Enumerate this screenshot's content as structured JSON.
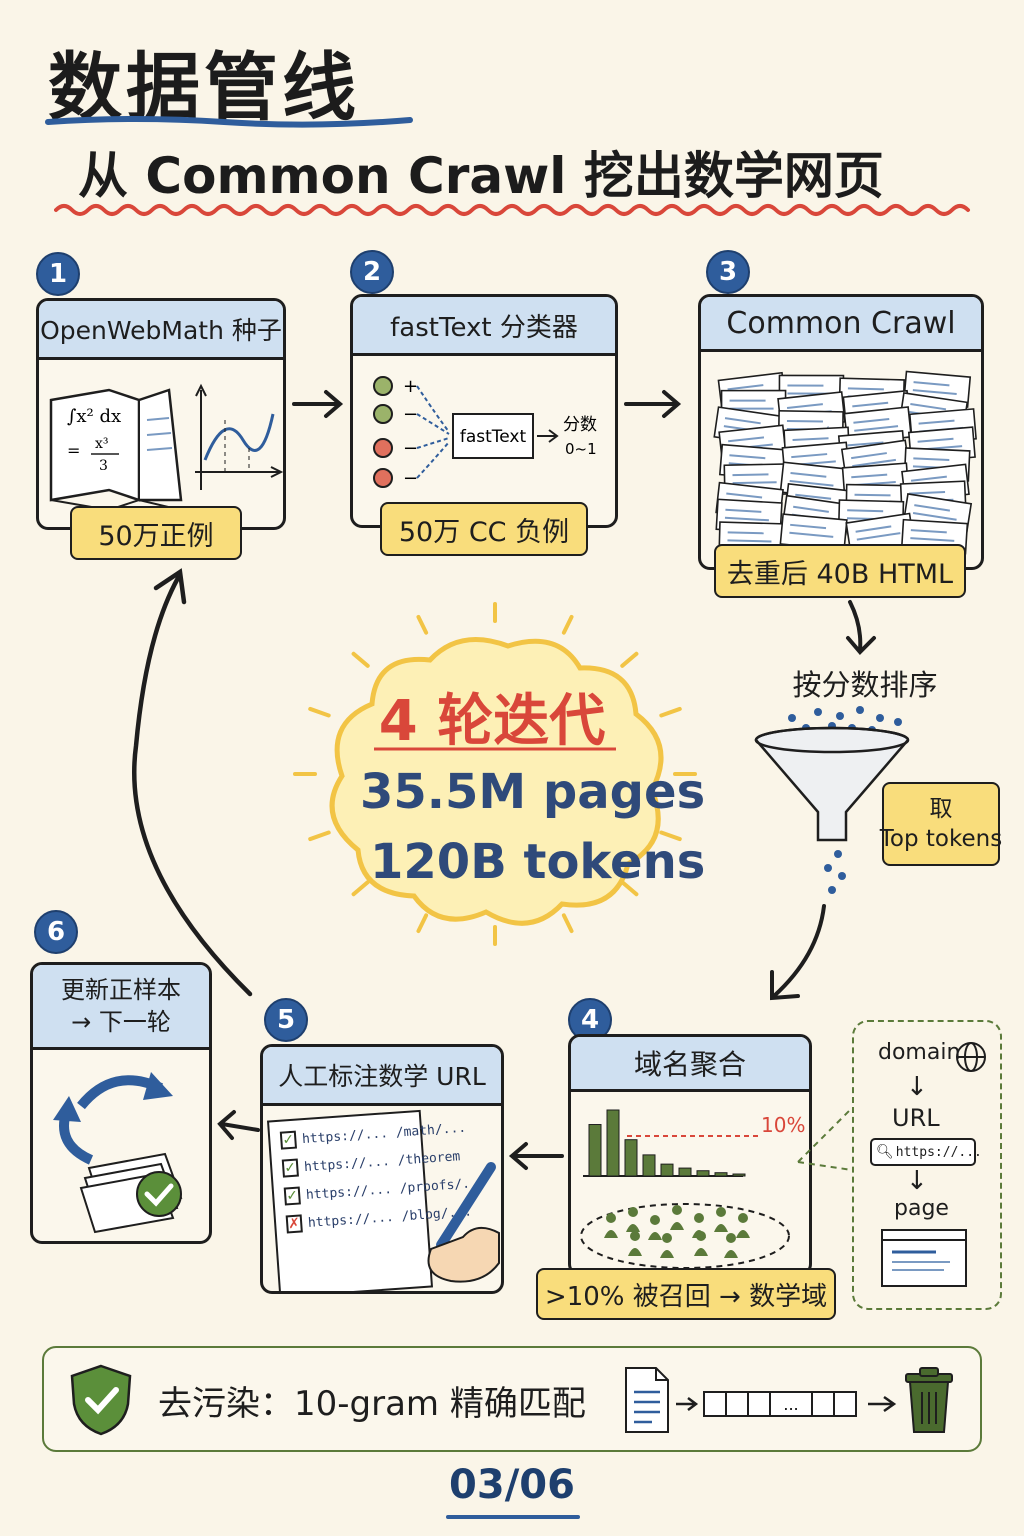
{
  "header": {
    "title": "数据管线",
    "subtitle": "从 Common Crawl 挖出数学网页"
  },
  "steps": [
    {
      "number": "1",
      "title": "OpenWebMath 种子",
      "tag": "50万正例",
      "formula": {
        "integral": "∫x² dx",
        "equals": "=",
        "numerator": "x³",
        "denominator": "3"
      }
    },
    {
      "number": "2",
      "title": "fastText 分类器",
      "tag": "50万 CC 负例",
      "signs": [
        "+",
        "−",
        "−",
        "−"
      ],
      "model_label": "fastText",
      "score_label": "分数",
      "score_range": "0~1"
    },
    {
      "number": "3",
      "title": "Common Crawl",
      "tag": "去重后 40B HTML",
      "doc_glyph": "</>"
    },
    {
      "number": "4",
      "title": "域名聚合",
      "tag": ">10% 被召回 → 数学域",
      "threshold_label": "10%",
      "bar_heights_relative": [
        0.78,
        1.0,
        0.55,
        0.32,
        0.18,
        0.12,
        0.08,
        0.05,
        0.03
      ]
    },
    {
      "number": "5",
      "title": "人工标注数学 URL",
      "urls": [
        {
          "text": "https://... /math/...",
          "checked": true
        },
        {
          "text": "https://... /theorem",
          "checked": true
        },
        {
          "text": "https://... /proofs/...",
          "checked": true
        },
        {
          "text": "https://... /blog/...",
          "checked": false
        }
      ]
    },
    {
      "number": "6",
      "title_line1": "更新正样本",
      "title_line2": "→ 下一轮"
    }
  ],
  "sort_label": "按分数排序",
  "take_label": {
    "line1": "取",
    "line2": "Top tokens"
  },
  "callout": {
    "rounds": "4 轮迭代",
    "pages": "35.5M pages",
    "tokens": "120B tokens"
  },
  "domain_detail": {
    "domain": "domain",
    "url": "URL",
    "url_example": "https://...",
    "page": "page",
    "arrow": "↓"
  },
  "decontam": {
    "label": "去污染：10-gram 精确匹配",
    "ngram_dots": "..."
  },
  "pagination": "03/06",
  "colors": {
    "background": "#faf5e8",
    "card_header": "#cfe0f1",
    "tag": "#f9dd7c",
    "accent_blue": "#2f5d9c",
    "accent_red": "#d9473a",
    "green": "#5b7a3a",
    "callout_fill": "#fdf0b6",
    "callout_stroke": "#f2c445"
  }
}
